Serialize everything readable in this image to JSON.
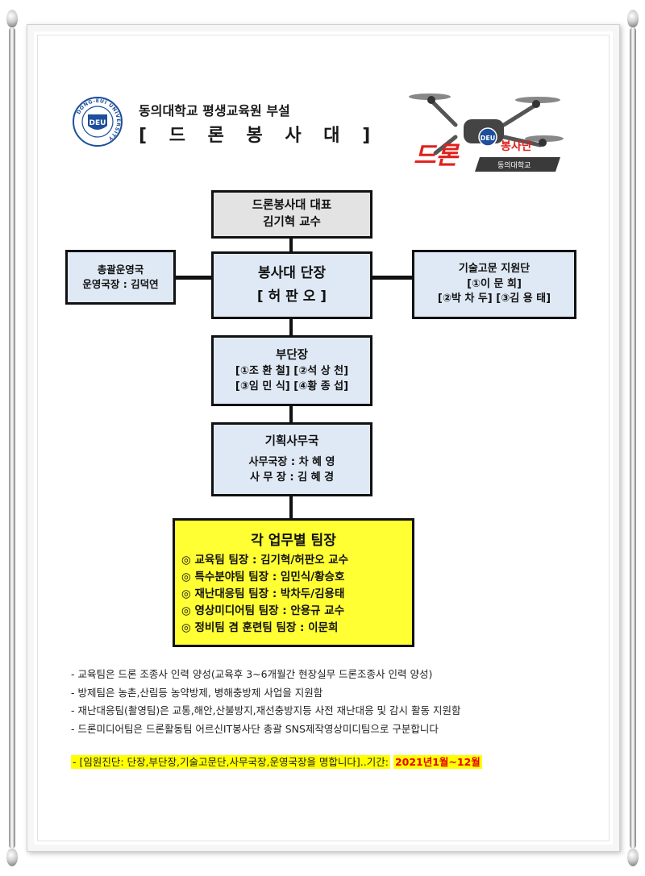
{
  "header": {
    "subtitle": "동의대학교 평생교육원 부설",
    "title": "[ 드 론 봉 사 대 ]",
    "logo_text": "DEU",
    "logo_ring_text": "DONG-EUI UNIVERSITY",
    "brand_main": "드론",
    "brand_sub": "봉사단",
    "brand_school": "동의대학교"
  },
  "org": {
    "representative": {
      "title": "드론봉사대 대표",
      "name": "김기혁 교수"
    },
    "leader": {
      "title": "봉사대 단장",
      "name": "[ 허 판 오 ]"
    },
    "general_ops": {
      "title": "총괄운영국",
      "name": "운영국장 : 김덕연"
    },
    "tech_advisor": {
      "title": "기술고문 지원단",
      "line1": "[①이 문 희]",
      "line2": "[②박 차 두] [③김 용 태]"
    },
    "vice_leader": {
      "title": "부단장",
      "line1": "[①조 환 철] [②석 상 천]",
      "line2": "[③임 민 식] [④황 종 섭]"
    },
    "planning": {
      "title": "기획사무국",
      "line1": "사무국장 : 차 혜 영",
      "line2": "사 무 장 : 김 혜 경"
    },
    "team_leaders": {
      "title": "각 업무별 팀장",
      "items": [
        "◎ 교육팀 팀장 : 김기혁/허판오 교수",
        "◎ 특수분야팀 팀장 : 임민식/황승호",
        "◎ 재난대응팀 팀장 : 박차두/김용태",
        "◎ 영상미디어팀 팀장 : 안용규 교수",
        "◎ 정비팀 겸 훈련팀 팀장 : 이문희"
      ]
    }
  },
  "notes": [
    "- 교육팀은 드론 조종사 인력 양성(교육후 3~6개월간 현장실무 드론조종사 인력 양성)",
    "- 방제팀은 농촌,산림등 농약방제, 병해충방제 사업을 지원함",
    "- 재난대응팀(촬영팀)은 교통,해안,산불방지,재선충방지등 사전 재난대응 및 감시 활동 지원함",
    "- 드론미디어팀은 드론활동팀 어르신IT봉사단 총괄 SNS제작영상미디팀으로 구분합니다"
  ],
  "footer": {
    "text": "- [임원진단: 단장,부단장,기술고문단,사무국장,운영국장을 명합니다]..기간:",
    "period": "2021년1월~12월"
  },
  "colors": {
    "box_blue": "#dfe9f5",
    "box_gray": "#e3e3e3",
    "box_yellow": "#ffff33",
    "brand_red": "#e0201c",
    "logo_blue": "#1d4f9c"
  }
}
